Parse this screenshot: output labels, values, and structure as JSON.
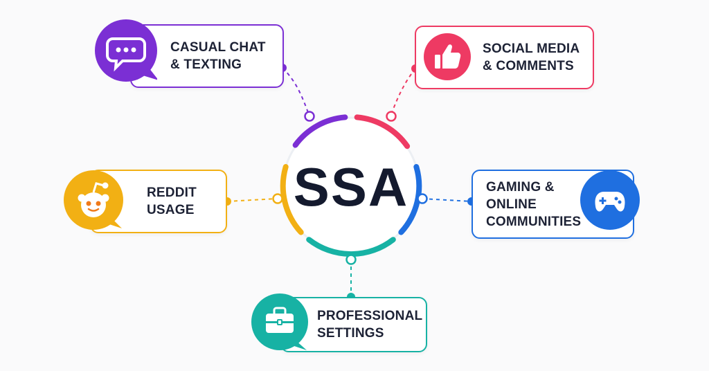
{
  "hub": {
    "title": "SSA"
  },
  "nodes": [
    {
      "id": "casual",
      "lines": [
        "CASUAL CHAT",
        "& TEXTING"
      ],
      "color": "#7b2fd4",
      "icon": "chat-bubble-icon"
    },
    {
      "id": "social",
      "lines": [
        "SOCIAL MEDIA",
        "& COMMENTS"
      ],
      "color": "#ee3a63",
      "icon": "thumbs-up-icon"
    },
    {
      "id": "reddit",
      "lines": [
        "REDDIT",
        "USAGE"
      ],
      "color": "#f2b014",
      "icon": "reddit-icon"
    },
    {
      "id": "gaming",
      "lines": [
        "GAMING &",
        "ONLINE",
        "COMMUNITIES"
      ],
      "color": "#1f6fe0",
      "icon": "gamepad-icon"
    },
    {
      "id": "professional",
      "lines": [
        "PROFESSIONAL",
        "SETTINGS"
      ],
      "color": "#17b2a4",
      "icon": "briefcase-icon"
    }
  ]
}
